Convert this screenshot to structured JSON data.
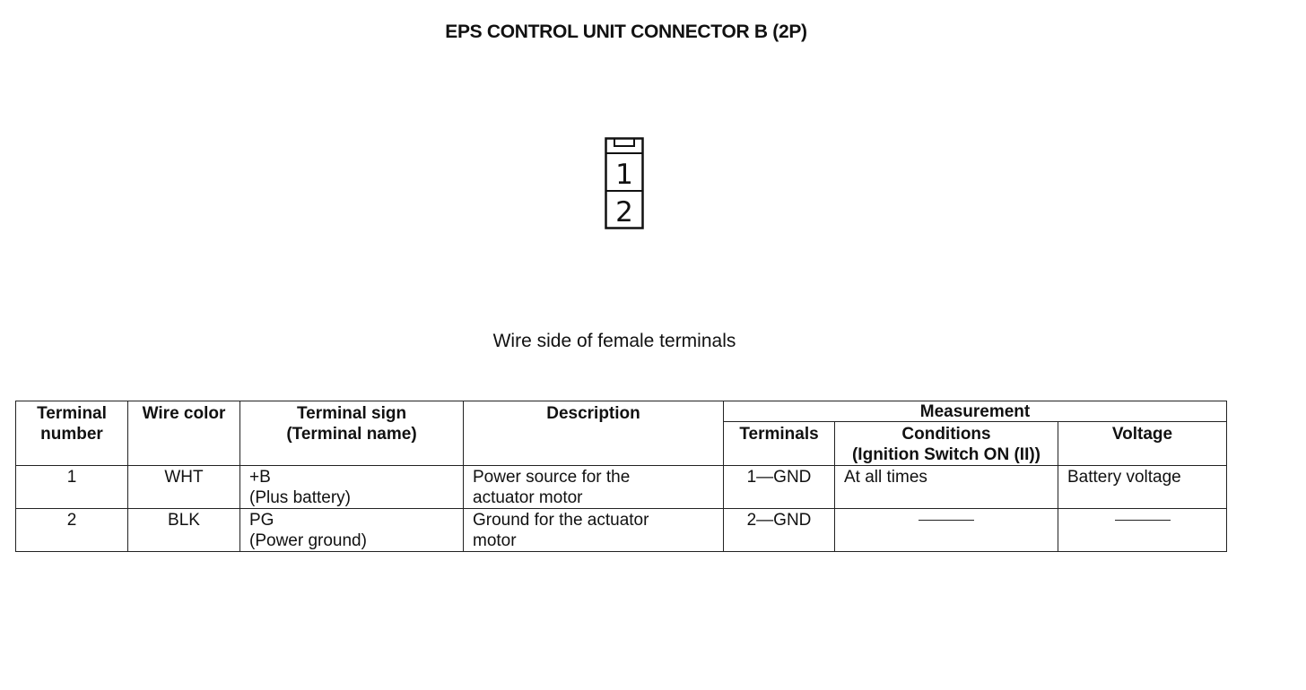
{
  "document": {
    "title": "EPS CONTROL UNIT CONNECTOR B (2P)",
    "caption": "Wire side of female terminals"
  },
  "connector": {
    "pins": [
      "1",
      "2"
    ]
  },
  "table": {
    "headers": {
      "terminal_number_line1": "Terminal",
      "terminal_number_line2": "number",
      "wire_color": "Wire color",
      "terminal_sign_line1": "Terminal sign",
      "terminal_sign_line2": "(Terminal name)",
      "description": "Description",
      "measurement": "Measurement",
      "terminals": "Terminals",
      "conditions_line1": "Conditions",
      "conditions_line2": "(Ignition Switch ON (II))",
      "voltage": "Voltage"
    },
    "rows": [
      {
        "terminal_number": "1",
        "wire_color": "WHT",
        "sign": "+B",
        "name": "(Plus battery)",
        "description_line1": "Power source for the",
        "description_line2": "actuator motor",
        "terminals": "1—GND",
        "conditions": "At all times",
        "voltage": "Battery voltage"
      },
      {
        "terminal_number": "2",
        "wire_color": "BLK",
        "sign": "PG",
        "name": "(Power ground)",
        "description_line1": "Ground for the actuator",
        "description_line2": "motor",
        "terminals": "2—GND",
        "conditions": "",
        "voltage": ""
      }
    ]
  }
}
